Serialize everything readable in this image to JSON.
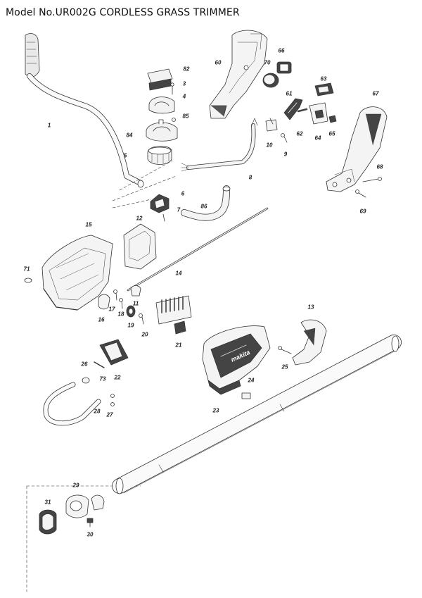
{
  "title": "Model No.UR002G CORDLESS GRASS TRIMMER",
  "parts": [
    "1",
    "3",
    "4",
    "5",
    "6",
    "7",
    "8",
    "9",
    "10",
    "11",
    "12",
    "13",
    "14",
    "15",
    "16",
    "17",
    "18",
    "19",
    "20",
    "21",
    "22",
    "23",
    "24",
    "25",
    "26",
    "27",
    "28",
    "29",
    "30",
    "31",
    "60",
    "61",
    "62",
    "63",
    "64",
    "65",
    "66",
    "67",
    "68",
    "69",
    "70",
    "71",
    "73",
    "82",
    "84",
    "85",
    "86"
  ],
  "colors": {
    "line": "#333333",
    "fill": "#f4f4f4",
    "dark": "#555555",
    "accent": "#1f7fa0"
  }
}
